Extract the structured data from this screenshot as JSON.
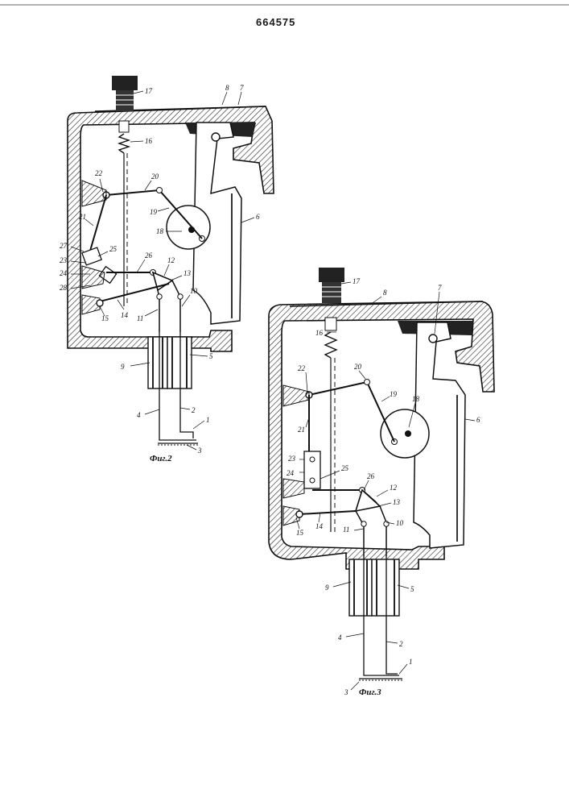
{
  "document": {
    "number": "664575"
  },
  "figures": [
    {
      "caption": "Фиг.2",
      "labels": [
        "17",
        "8",
        "7",
        "16",
        "22",
        "20",
        "19",
        "18",
        "21",
        "6",
        "27",
        "23",
        "25",
        "26",
        "12",
        "13",
        "24",
        "28",
        "14",
        "11",
        "10",
        "15",
        "9",
        "5",
        "4",
        "2",
        "1",
        "3"
      ]
    },
    {
      "caption": "Фиг.3",
      "labels": [
        "17",
        "8",
        "7",
        "16",
        "22",
        "20",
        "19",
        "18",
        "21",
        "6",
        "23",
        "24",
        "25",
        "26",
        "12",
        "13",
        "15",
        "14",
        "11",
        "10",
        "9",
        "5",
        "4",
        "2",
        "1",
        "3"
      ]
    }
  ]
}
